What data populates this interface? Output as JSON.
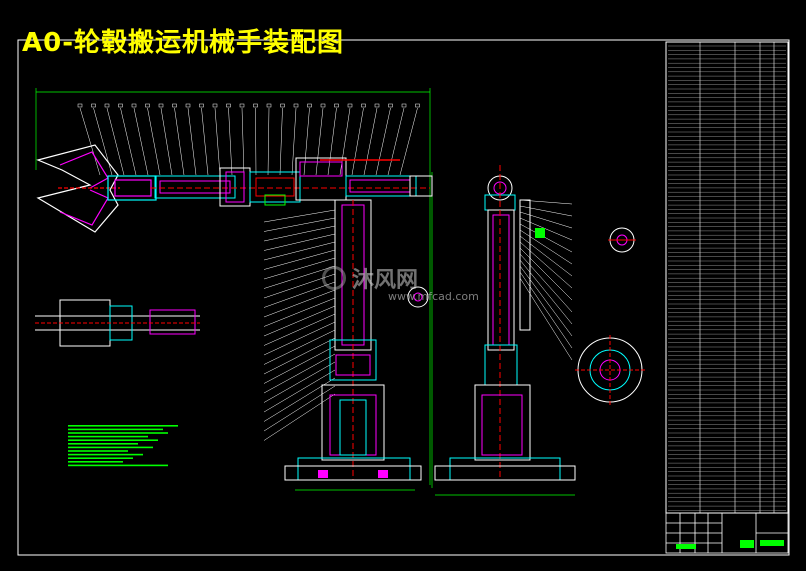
{
  "drawing": {
    "title": "A0-轮毂搬运机械手装配图",
    "watermark": {
      "brand": "沐风网",
      "url": "www.mfcad.com"
    },
    "colors": {
      "background": "#000000",
      "border": "#ffffff",
      "title": "#ffff00",
      "part_cyan": "#00ffff",
      "part_magenta": "#ff00ff",
      "part_red": "#ff0000",
      "part_green": "#00ff00",
      "lines_white": "#ffffff"
    }
  }
}
